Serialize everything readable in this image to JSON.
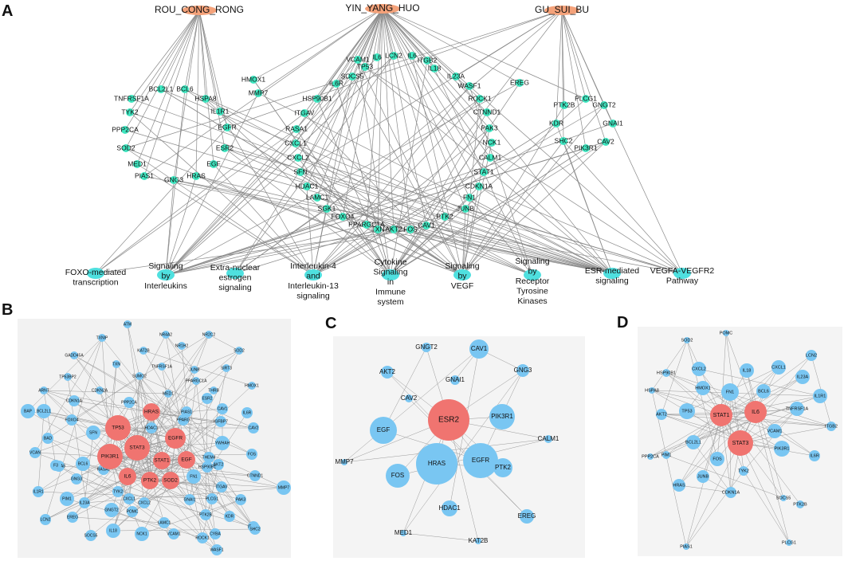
{
  "panel_letters": {
    "a": "A",
    "b": "B",
    "c": "C",
    "d": "D"
  },
  "panelA": {
    "herbs": [
      "ROU_CONG_RONG",
      "YIN_YANG_HUO",
      "GU_SUI_BU"
    ],
    "targets": [
      "VCAM1",
      "IL6",
      "LCN2",
      "IL6",
      "ITGB2",
      "TP53",
      "SOCS5",
      "IL18",
      "IL6R",
      "IL23A",
      "HSP90B1",
      "WASF1",
      "EREG",
      "HMOX1",
      "MMP7",
      "ITGAV",
      "ROCK1",
      "BCL2L1",
      "BCL6",
      "HSPA8",
      "TNFRSF1A",
      "IL1R1",
      "CTNND1",
      "PTK2B",
      "PLCG1",
      "GNGT2",
      "TYK2",
      "RASA1",
      "PAK3",
      "KDR",
      "GNAI1",
      "EGFR",
      "CXCL1",
      "NCK1",
      "PPP2CA",
      "ESR2",
      "SHC2",
      "PIK3R1",
      "CAV2",
      "SOD2",
      "CXCL2",
      "CALM1",
      "MED1",
      "EGF",
      "SFN",
      "STAT1",
      "PIAS1",
      "HRAS",
      "HDAC1",
      "CDKN1A",
      "GNG3",
      "LAMC1",
      "FN1",
      "SGK1",
      "JUNB",
      "FOXO4",
      "PTK2",
      "PPARGC1A",
      "CAV1",
      "TXN",
      "AKT2",
      "FOS"
    ],
    "pathways": [
      [
        "FOXO-mediated",
        "transcription"
      ],
      [
        "Signaling",
        "by",
        "Interleukins"
      ],
      [
        "Extra-nuclear",
        "estrogen",
        "signaling"
      ],
      [
        "Interleukin-4",
        "and",
        "Interleukin-13",
        "signaling"
      ],
      [
        "Cytokine",
        "Signaling",
        "in",
        "Immune",
        "system"
      ],
      [
        "Signaling",
        "by",
        "VEGF"
      ],
      [
        "Signaling",
        "by",
        "Receptor",
        "Tyrosine",
        "Kinases"
      ],
      [
        "ESR-mediated",
        "signaling"
      ],
      [
        "VEGFA-VEGFR2",
        "Pathway"
      ]
    ]
  },
  "panelB": {
    "hubs": [
      "TP53",
      "HRAS",
      "EGFR",
      "STAT3",
      "PIK3R1",
      "STAT1",
      "EGF",
      "IL6",
      "PTK2",
      "SOD2"
    ],
    "nodes": [
      "ATM",
      "TXNIP",
      "NR4A2",
      "NR2C2",
      "KAT2B",
      "NR1H2",
      "GADD45A",
      "SOD2",
      "TXN",
      "TNFRSF1A",
      "JUNB",
      "SIRT3",
      "TP53BP2",
      "SUMO2",
      "PPARGC1A",
      "ARNT",
      "CDKN2A",
      "MED1",
      "THRB",
      "HMOX1",
      "BCL2L1",
      "CDKN1A",
      "PPP2CA",
      "ESR2",
      "PIAS1",
      "BAP",
      "FOXO4",
      "HDAC1",
      "CAV1",
      "IL6R",
      "SFN",
      "PPARG",
      "IGFBP7",
      "CAV2",
      "BAD",
      "YWHAH",
      "VCAN",
      "THEM4",
      "FOS",
      "HSPA8",
      "BCL6",
      "AKT2",
      "F3",
      "HSP90B1",
      "RASA1",
      "FN1",
      "CTNND1",
      "GNG3",
      "TYK2",
      "ITGAV",
      "MMP7",
      "IL1R1",
      "CXCL1",
      "PLCG1",
      "PAK3",
      "PIM1",
      "IL23A",
      "CXCL2",
      "GNAI1",
      "LCN2",
      "GNGT2",
      "POMC",
      "PTK2B",
      "KDR",
      "EREG",
      "IL18",
      "ITGB2",
      "LAMC1",
      "SHC2",
      "SOCS5",
      "NCK1",
      "VCAM1",
      "ROCK1",
      "CYBA",
      "WASF1"
    ]
  },
  "panelC": {
    "hubs": [
      "ESR2"
    ],
    "nodes": [
      "GNGT2",
      "CAV1",
      "AKT2",
      "GNAI1",
      "GNG3",
      "CAV2",
      "PIK3R1",
      "EGF",
      "EGFR",
      "HRAS",
      "CALM1",
      "MMP7",
      "FOS",
      "PTK2",
      "HDAC1",
      "EREG",
      "MED1",
      "KAT2B"
    ]
  },
  "panelD": {
    "hubs": [
      "STAT1",
      "IL6",
      "STAT3"
    ],
    "nodes": [
      "POMC",
      "SOD2",
      "LCN2",
      "HSP90B1",
      "CXCL2",
      "IL18",
      "CXCL1",
      "HMOX1",
      "IL23A",
      "HSPA8",
      "FN1",
      "BCL6",
      "IL1R1",
      "AKT2",
      "TP53",
      "TNFRSF1A",
      "ITGB2",
      "BCL2L1",
      "VCAM1",
      "PPP2CA",
      "PIM1",
      "FOS",
      "PIK3R1",
      "IL6R",
      "TYK2",
      "JUNB",
      "HRAS",
      "CDKN1A",
      "SOCS5",
      "PTK2B",
      "PIAS1",
      "PLCG1"
    ]
  },
  "colors": {
    "herb": "#f4a27a",
    "target": "#3ee6c0",
    "pathway": "#4fe0df",
    "hub": "#f07470",
    "node": "#79c6f2",
    "panel_bg": "#f2f2f2"
  }
}
